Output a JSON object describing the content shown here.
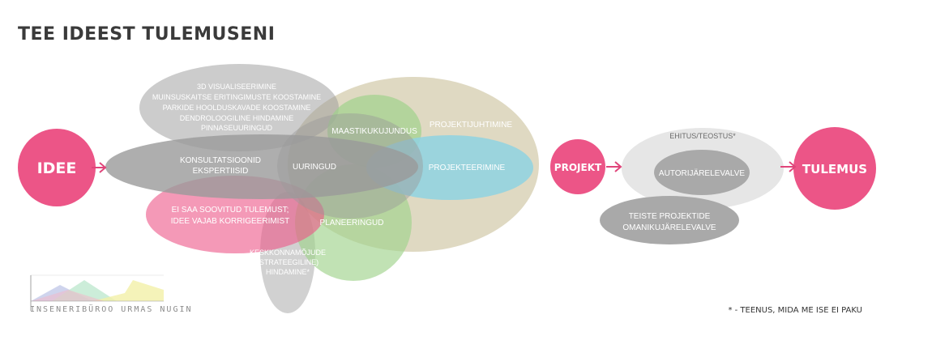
{
  "title": "TEE IDEEST TULEMUSENI",
  "nodes": {
    "idee": "IDEE",
    "projekt": "PROJEKT",
    "tulemus": "TULEMUS"
  },
  "services_top": [
    "3D VISUALISEERIMINE",
    "MUINSUSKAITSE ERITINGIMUSTE KOOSTAMINE",
    "PARKIDE HOOLDUSKAVADE KOOSTAMINE",
    "DENDROLOOGILINE HINDAMINE",
    "PINNASEUURINGUD"
  ],
  "labels": {
    "konsultatsioonid": "KONSULTATSIOONID",
    "ekspertiisid": "EKSPERTIISID",
    "uuringud": "UURINGUD",
    "maastikukujundus": "MAASTIKUKUJUNDUS",
    "projektijuhtimine": "PROJEKTIJUHTIMINE",
    "projekteerimine": "PROJEKTEERIMINE",
    "ei_saa_1": "EI SAA SOOVITUD TULEMUST;",
    "ei_saa_2": "IDEE VAJAB KORRIGEERIMIST",
    "planeeringud": "PLANEERINGUD",
    "kmh_1": "KESKKONNAMÕJUDE",
    "kmh_2": "(STRATEEGILINE)",
    "kmh_3": "HINDAMINE*",
    "ehitus": "EHITUS/TEOSTUS*",
    "autorijarelevalve": "AUTORIJÄRELEVALVE",
    "teiste_1": "TEISTE  PROJEKTIDE",
    "teiste_2": "OMANIKUJÄRELEVALVE"
  },
  "footnote": "* - TEENUS, MIDA ME ISE EI PAKU",
  "logo_text": "INSENERIBÜROO URMAS NUGIN",
  "colors": {
    "pink": "#ec5587",
    "olive": "#c9c09a",
    "gray": "#9a9a9a",
    "green": "#9fd28c",
    "blue": "#8fd2e2",
    "light_gray": "#e6e6e6"
  }
}
